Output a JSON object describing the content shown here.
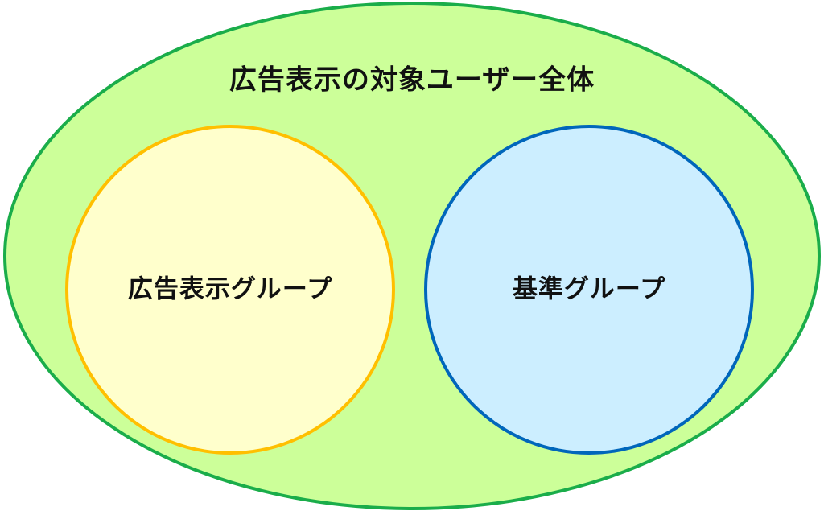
{
  "diagram": {
    "outer": {
      "label": "広告表示の対象ユーザー全体",
      "fill": "#ccff99",
      "stroke": "#1aad4a"
    },
    "left_group": {
      "label": "広告表示グループ",
      "fill": "#ffffcc",
      "stroke": "#ffbf00"
    },
    "right_group": {
      "label": "基準グループ",
      "fill": "#cceeff",
      "stroke": "#0066bb"
    }
  }
}
